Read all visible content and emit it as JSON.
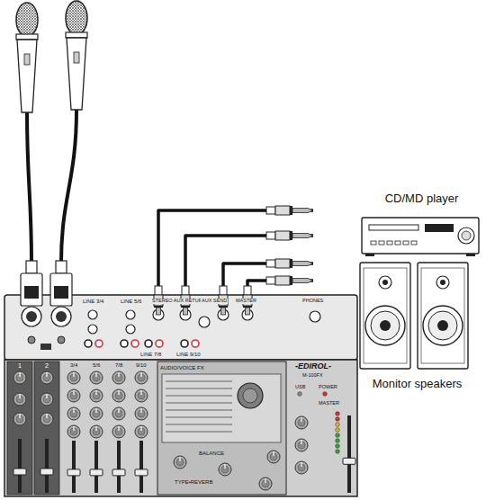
{
  "diagram": {
    "nodes": [
      {
        "text": [
          "LINE 3/4",
          "LINE 5/6",
          "STEREO AUX RETURN",
          "AUX SEND",
          "MASTER",
          "PHONES",
          "LINE 7/8",
          "LINE 9/10",
          "1",
          "2",
          "3/4",
          "5/6",
          "7/8",
          "9/10",
          "AUDIO/VOICE FX",
          "-EDIROL-",
          "M-100FX",
          "USB",
          "POWER",
          "MASTER",
          "BALANCE",
          "TYPE•REVERB"
        ]
      },
      {
        "text": [
          "CD/MD player"
        ]
      },
      {
        "text": [
          "Monitor speakers"
        ]
      }
    ],
    "edges": [
      {
        "from": 0,
        "to": 1,
        "arrow": "none"
      },
      {
        "from": 0,
        "to": 1,
        "arrow": "none"
      },
      {
        "from": 0,
        "to": 2,
        "arrow": "none"
      },
      {
        "from": 0,
        "to": 2,
        "arrow": "none"
      }
    ]
  }
}
